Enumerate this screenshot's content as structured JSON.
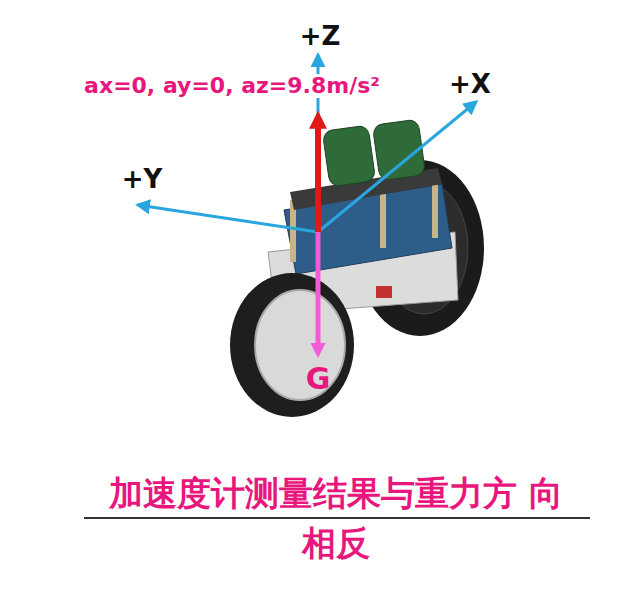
{
  "diagram": {
    "caption": "加速度计测量结果与重力方 向相反",
    "labels": [
      "+Z",
      "+X",
      "+Y",
      "ax=0, ay=0, az=9.8m/s²",
      "G"
    ]
  }
}
